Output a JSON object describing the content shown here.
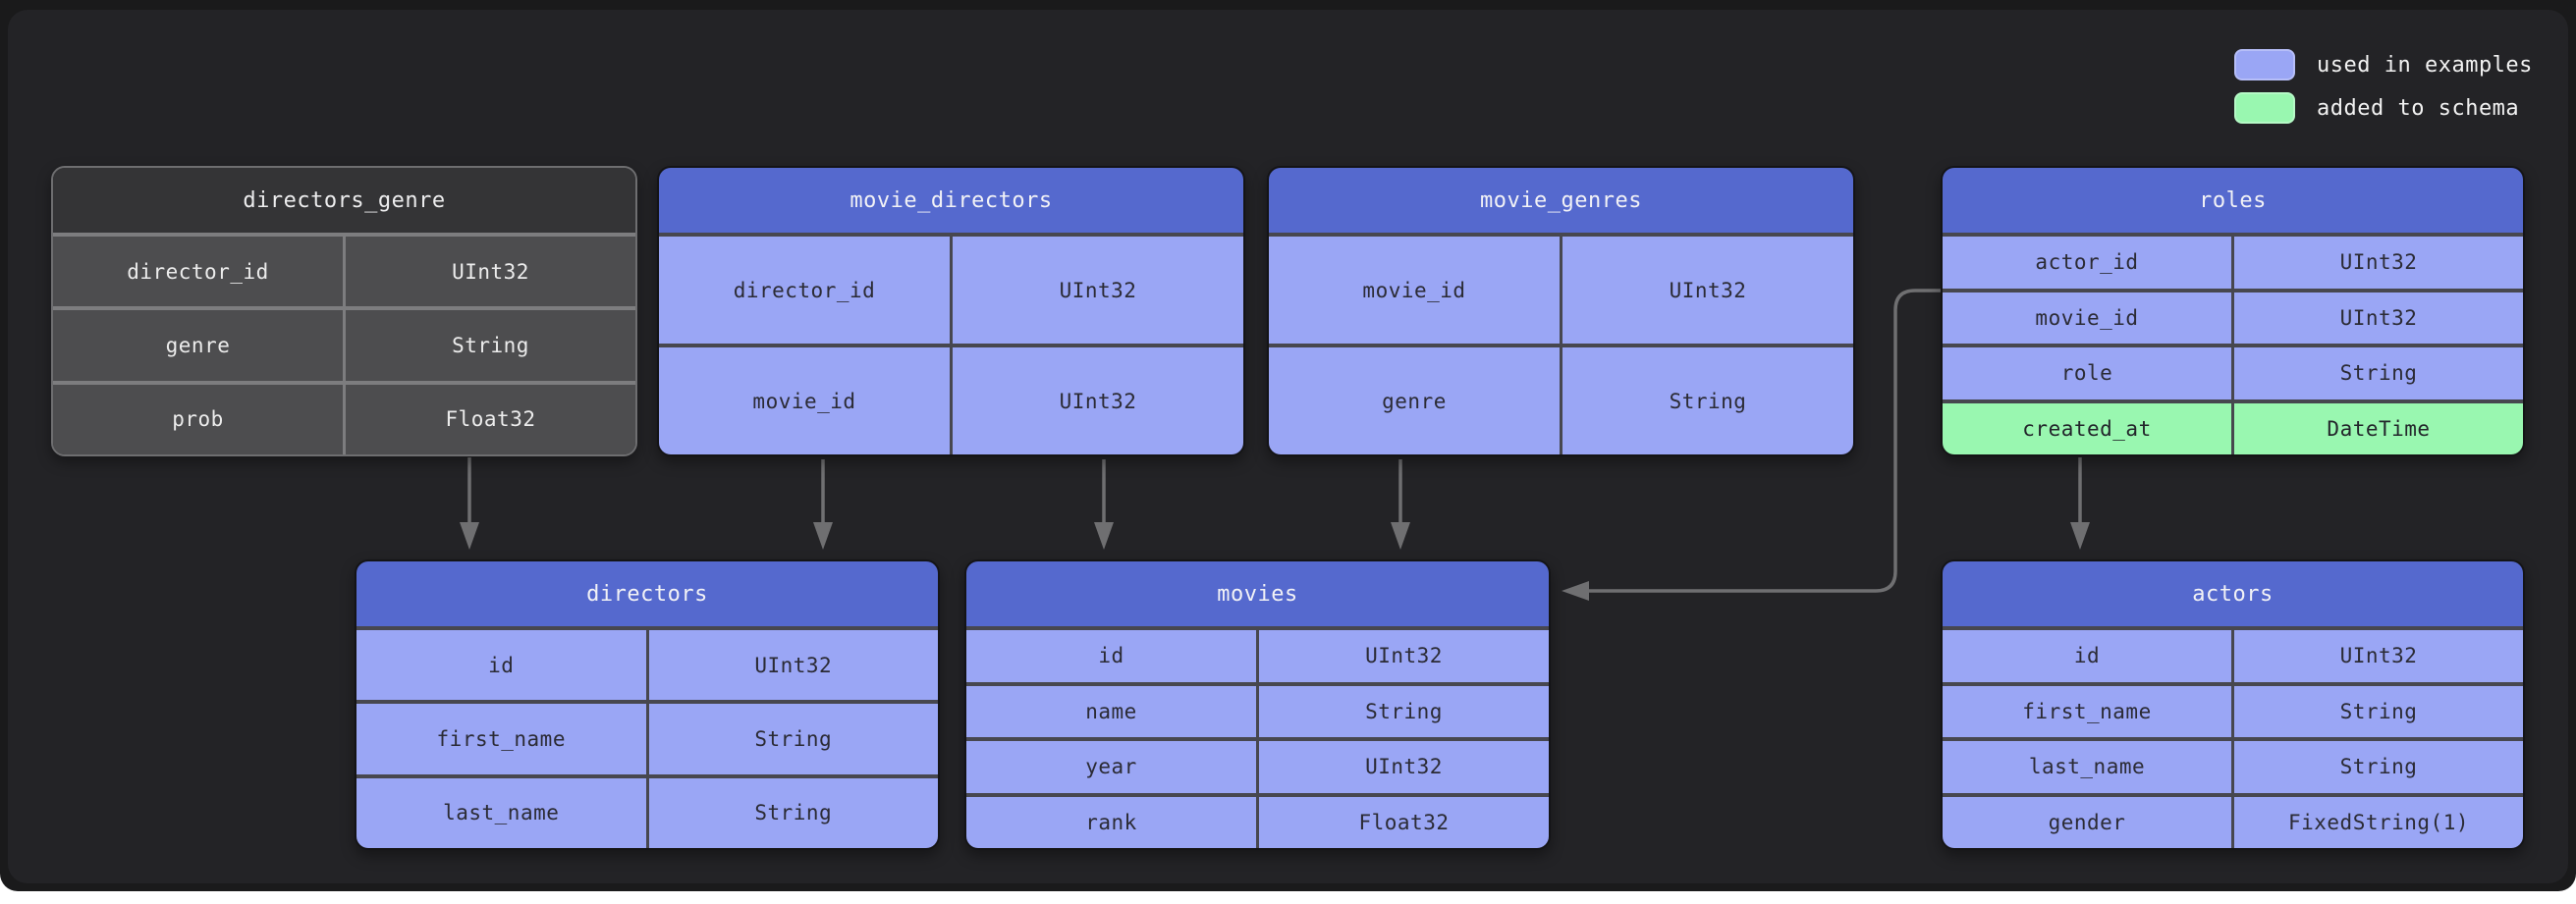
{
  "legend": {
    "items": [
      {
        "label": "used in examples",
        "color": "#9aa6f5"
      },
      {
        "label": "added to schema",
        "color": "#99f7b0"
      }
    ]
  },
  "colors": {
    "panel_background": "#232326",
    "outer_background": "#1a1a1b",
    "table_header_blue": "#5569ce",
    "table_row_blue": "#9aa6f5",
    "table_row_green": "#99f7b0",
    "table_header_muted": "#343436",
    "table_row_muted": "#4d4d4f",
    "arrow": "#6f6f71"
  },
  "tables": {
    "directors_genre": {
      "title": "directors_genre",
      "rows": [
        {
          "field": "director_id",
          "type": "UInt32"
        },
        {
          "field": "genre",
          "type": "String"
        },
        {
          "field": "prob",
          "type": "Float32"
        }
      ]
    },
    "movie_directors": {
      "title": "movie_directors",
      "rows": [
        {
          "field": "director_id",
          "type": "UInt32"
        },
        {
          "field": "movie_id",
          "type": "UInt32"
        }
      ]
    },
    "movie_genres": {
      "title": "movie_genres",
      "rows": [
        {
          "field": "movie_id",
          "type": "UInt32"
        },
        {
          "field": "genre",
          "type": "String"
        }
      ]
    },
    "roles": {
      "title": "roles",
      "rows": [
        {
          "field": "actor_id",
          "type": "UInt32"
        },
        {
          "field": "movie_id",
          "type": "UInt32"
        },
        {
          "field": "role",
          "type": "String"
        },
        {
          "field": "created_at",
          "type": "DateTime"
        }
      ]
    },
    "directors": {
      "title": "directors",
      "rows": [
        {
          "field": "id",
          "type": "UInt32"
        },
        {
          "field": "first_name",
          "type": "String"
        },
        {
          "field": "last_name",
          "type": "String"
        }
      ]
    },
    "movies": {
      "title": "movies",
      "rows": [
        {
          "field": "id",
          "type": "UInt32"
        },
        {
          "field": "name",
          "type": "String"
        },
        {
          "field": "year",
          "type": "UInt32"
        },
        {
          "field": "rank",
          "type": "Float32"
        }
      ]
    },
    "actors": {
      "title": "actors",
      "rows": [
        {
          "field": "id",
          "type": "UInt32"
        },
        {
          "field": "first_name",
          "type": "String"
        },
        {
          "field": "last_name",
          "type": "String"
        },
        {
          "field": "gender",
          "type": "FixedString(1)"
        }
      ]
    }
  },
  "relationships": [
    {
      "from": "directors_genre",
      "to": "directors"
    },
    {
      "from": "movie_directors.director_id",
      "to": "directors"
    },
    {
      "from": "movie_directors.movie_id",
      "to": "movies"
    },
    {
      "from": "movie_genres.movie_id",
      "to": "movies"
    },
    {
      "from": "roles.movie_id",
      "to": "movies"
    },
    {
      "from": "roles",
      "to": "actors"
    }
  ]
}
